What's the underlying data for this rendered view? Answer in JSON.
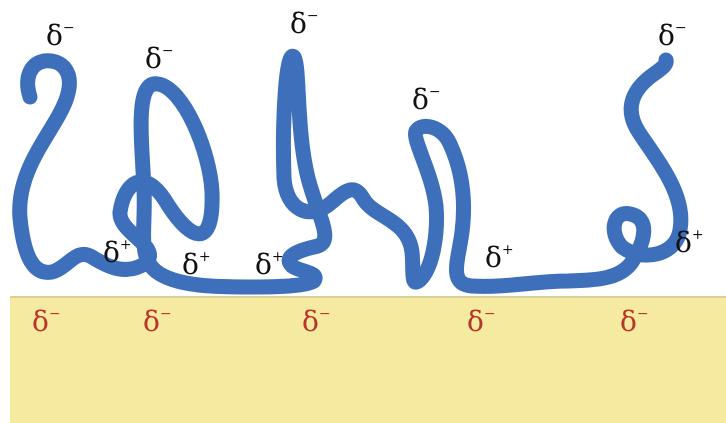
{
  "colors": {
    "substrate": "#f5eaa0",
    "substrate_edge": "#d7cf9a",
    "polymer": "#3d6fba",
    "label_top": "#111111",
    "label_substrate": "#b8352c"
  },
  "chain_labels": [
    {
      "symbol": "δ",
      "sign": "−"
    },
    {
      "symbol": "δ",
      "sign": "−"
    },
    {
      "symbol": "δ",
      "sign": "−"
    },
    {
      "symbol": "δ",
      "sign": "−"
    },
    {
      "symbol": "δ",
      "sign": "−"
    },
    {
      "symbol": "δ",
      "sign": "+"
    },
    {
      "symbol": "δ",
      "sign": "+"
    },
    {
      "symbol": "δ",
      "sign": "+"
    },
    {
      "symbol": "δ",
      "sign": "+"
    },
    {
      "symbol": "δ",
      "sign": "+"
    }
  ],
  "substrate_labels": [
    {
      "symbol": "δ",
      "sign": "−"
    },
    {
      "symbol": "δ",
      "sign": "−"
    },
    {
      "symbol": "δ",
      "sign": "−"
    },
    {
      "symbol": "δ",
      "sign": "−"
    },
    {
      "symbol": "δ",
      "sign": "−"
    }
  ]
}
